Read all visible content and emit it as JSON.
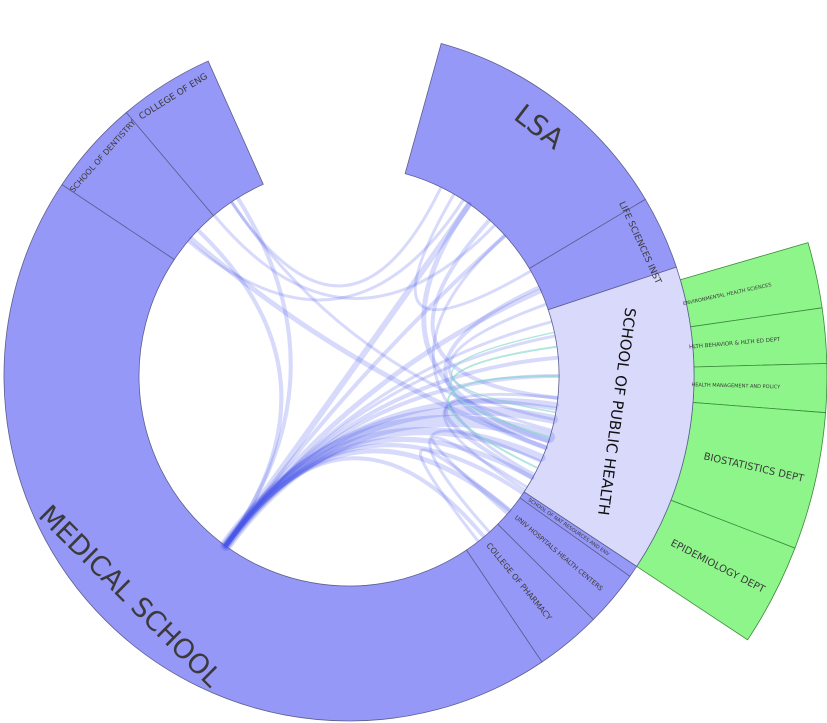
{
  "diagram": {
    "segments": [
      {
        "id": "lsa",
        "label": "LSA",
        "start": 285.5,
        "end": 329.2,
        "size": 28,
        "focus": false
      },
      {
        "id": "life",
        "label": "LIFE SCIENCES INST",
        "start": 329.2,
        "end": 341.6,
        "size": 9,
        "focus": false
      },
      {
        "id": "sph",
        "label": "SCHOOL OF PUBLIC HEALTH",
        "start": 341.6,
        "end": 393.5,
        "size": 15,
        "focus": true
      },
      {
        "id": "nat",
        "label": "SCHOOL OF NAT RESOURCES AND ENV",
        "start": 393.5,
        "end": 395.5,
        "size": 5,
        "focus": false
      },
      {
        "id": "uhhc",
        "label": "UNIV HOSPITALS HEALTH CENTERS",
        "start": 395.5,
        "end": 404.9,
        "size": 6.5,
        "focus": false
      },
      {
        "id": "pharm",
        "label": "COLLEGE OF PHARMACY",
        "start": 404.9,
        "end": 416.0,
        "size": 8,
        "focus": false
      },
      {
        "id": "med",
        "label": "MEDICAL SCHOOL",
        "start": 416.0,
        "end": 573.7,
        "size": 27,
        "focus": false
      },
      {
        "id": "dent",
        "label": "SCHOOL OF DENTISTRY",
        "start": 573.7,
        "end": 589.8,
        "size": 8,
        "focus": false
      },
      {
        "id": "eng",
        "label": "COLLEGE OF ENG",
        "start": 589.8,
        "end": 605.9,
        "size": 9,
        "focus": false
      }
    ],
    "subsegments": [
      {
        "id": "ehs",
        "label": "ENVIRONMENTAL HEALTH SCIENCES",
        "start": 343.8,
        "end": 351.8,
        "size": 5
      },
      {
        "id": "hbhe",
        "label": "HLTH BEHAVIOR & HLTH ED DEPT",
        "start": 351.8,
        "end": 358.5,
        "size": 5.5
      },
      {
        "id": "hmp",
        "label": "HEALTH MANAGEMENT AND POLICY",
        "start": 358.5,
        "end": 364.4,
        "size": 5
      },
      {
        "id": "bio",
        "label": "BIOSTATISTICS DEPT",
        "start": 364.4,
        "end": 381.1,
        "size": 10
      },
      {
        "id": "epi",
        "label": "EPIDEMIOLOGY DEPT",
        "start": 381.1,
        "end": 393.5,
        "size": 10
      }
    ],
    "chords": [
      {
        "a": 486,
        "b": 377,
        "w": 12
      },
      {
        "a": 486,
        "b": 372,
        "w": 9
      },
      {
        "a": 486,
        "b": 383,
        "w": 8
      },
      {
        "a": 486,
        "b": 368,
        "w": 6
      },
      {
        "a": 486,
        "b": 389,
        "w": 5
      },
      {
        "a": 486,
        "b": 360,
        "w": 4
      },
      {
        "a": 486,
        "b": 355,
        "w": 4
      },
      {
        "a": 486,
        "b": 349,
        "w": 3
      },
      {
        "a": 486,
        "b": 345,
        "w": 3
      },
      {
        "a": 486,
        "b": 394,
        "w": 4
      },
      {
        "a": 486,
        "b": 400,
        "w": 5
      },
      {
        "a": 486,
        "b": 410,
        "w": 4
      },
      {
        "a": 486,
        "b": 336,
        "w": 5
      },
      {
        "a": 486,
        "b": 305,
        "w": 6
      },
      {
        "a": 486,
        "b": 318,
        "w": 4
      },
      {
        "a": 486,
        "b": 584,
        "w": 4
      },
      {
        "a": 486,
        "b": 598,
        "w": 4
      },
      {
        "a": 305,
        "b": 378,
        "w": 5
      },
      {
        "a": 312,
        "b": 366,
        "w": 4
      },
      {
        "a": 318,
        "b": 388,
        "w": 3
      },
      {
        "a": 296,
        "b": 596,
        "w": 3
      },
      {
        "a": 335,
        "b": 380,
        "w": 4
      },
      {
        "a": 340,
        "b": 372,
        "w": 3
      },
      {
        "a": 380,
        "b": 581,
        "w": 5
      },
      {
        "a": 375,
        "b": 596,
        "w": 3
      },
      {
        "a": 369,
        "b": 389,
        "w": 4
      },
      {
        "a": 366,
        "b": 393,
        "w": 3
      },
      {
        "a": 392,
        "b": 401,
        "w": 3
      },
      {
        "a": 384,
        "b": 408,
        "w": 3
      },
      {
        "a": 400,
        "b": 412,
        "w": 3
      },
      {
        "a": 590,
        "b": 314,
        "w": 3
      },
      {
        "a": 580,
        "b": 303,
        "w": 3
      },
      {
        "a": 300,
        "b": 330,
        "w": 3
      }
    ],
    "sub_chords": [
      {
        "a": 352,
        "b": 377,
        "w": 2
      },
      {
        "a": 360,
        "b": 386,
        "w": 2
      },
      {
        "a": 348,
        "b": 370,
        "w": 1.5
      }
    ]
  }
}
